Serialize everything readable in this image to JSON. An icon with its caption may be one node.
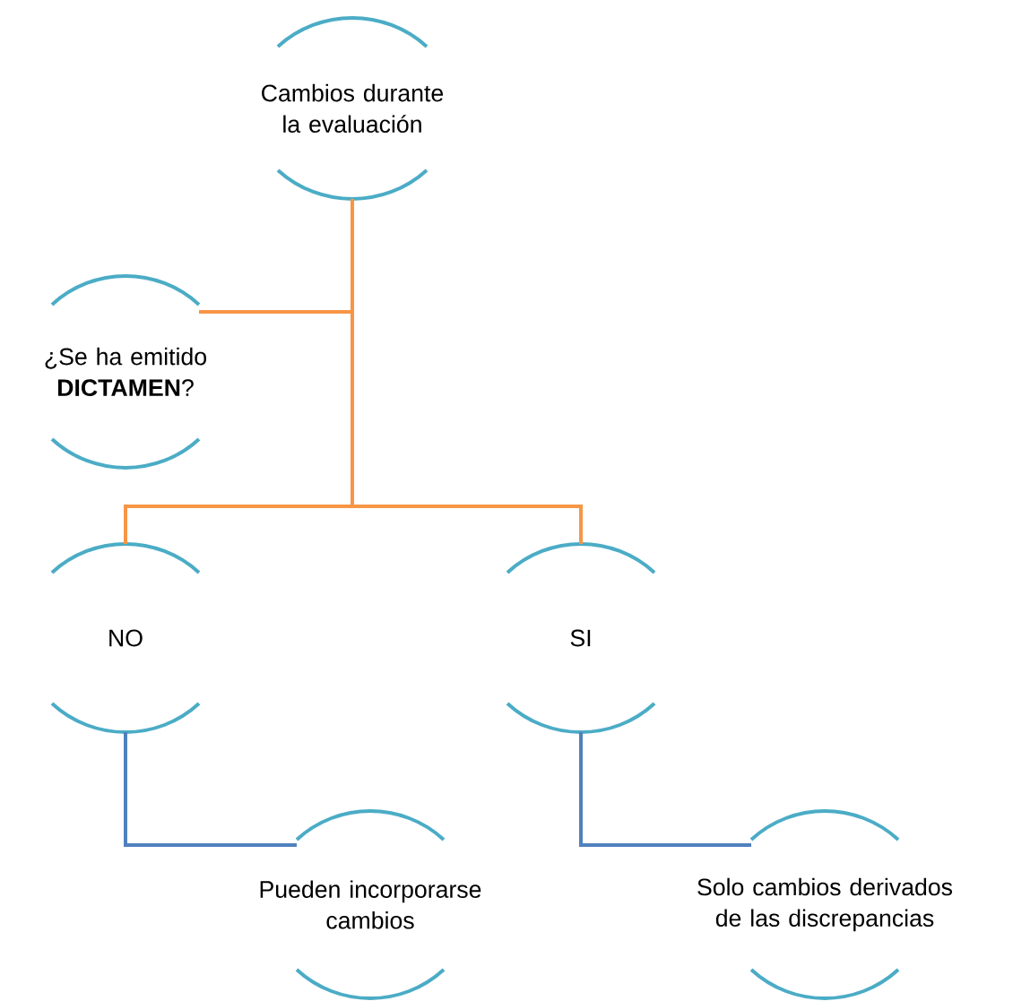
{
  "diagram": {
    "nodes": [
      {
        "text": [
          "Cambios durante la evaluación"
        ]
      },
      {
        "text": [
          "¿Se ha emitido **DICTAMEN**?"
        ]
      },
      {
        "text": [
          "NO"
        ]
      },
      {
        "text": [
          "SI"
        ]
      },
      {
        "text": [
          "Pueden incorporarse cambios"
        ]
      },
      {
        "text": [
          "Solo cambios derivados de las discrepancias"
        ]
      }
    ],
    "edges": [
      {
        "from": 0,
        "to": 1,
        "arrow": "none",
        "color": "#f79646"
      },
      {
        "from": 0,
        "to": 2,
        "arrow": "none",
        "color": "#f79646"
      },
      {
        "from": 0,
        "to": 3,
        "arrow": "none",
        "color": "#f79646"
      },
      {
        "from": 2,
        "to": 4,
        "arrow": "none",
        "color": "#4f81bd"
      },
      {
        "from": 3,
        "to": 5,
        "arrow": "none",
        "color": "#4f81bd"
      }
    ]
  }
}
